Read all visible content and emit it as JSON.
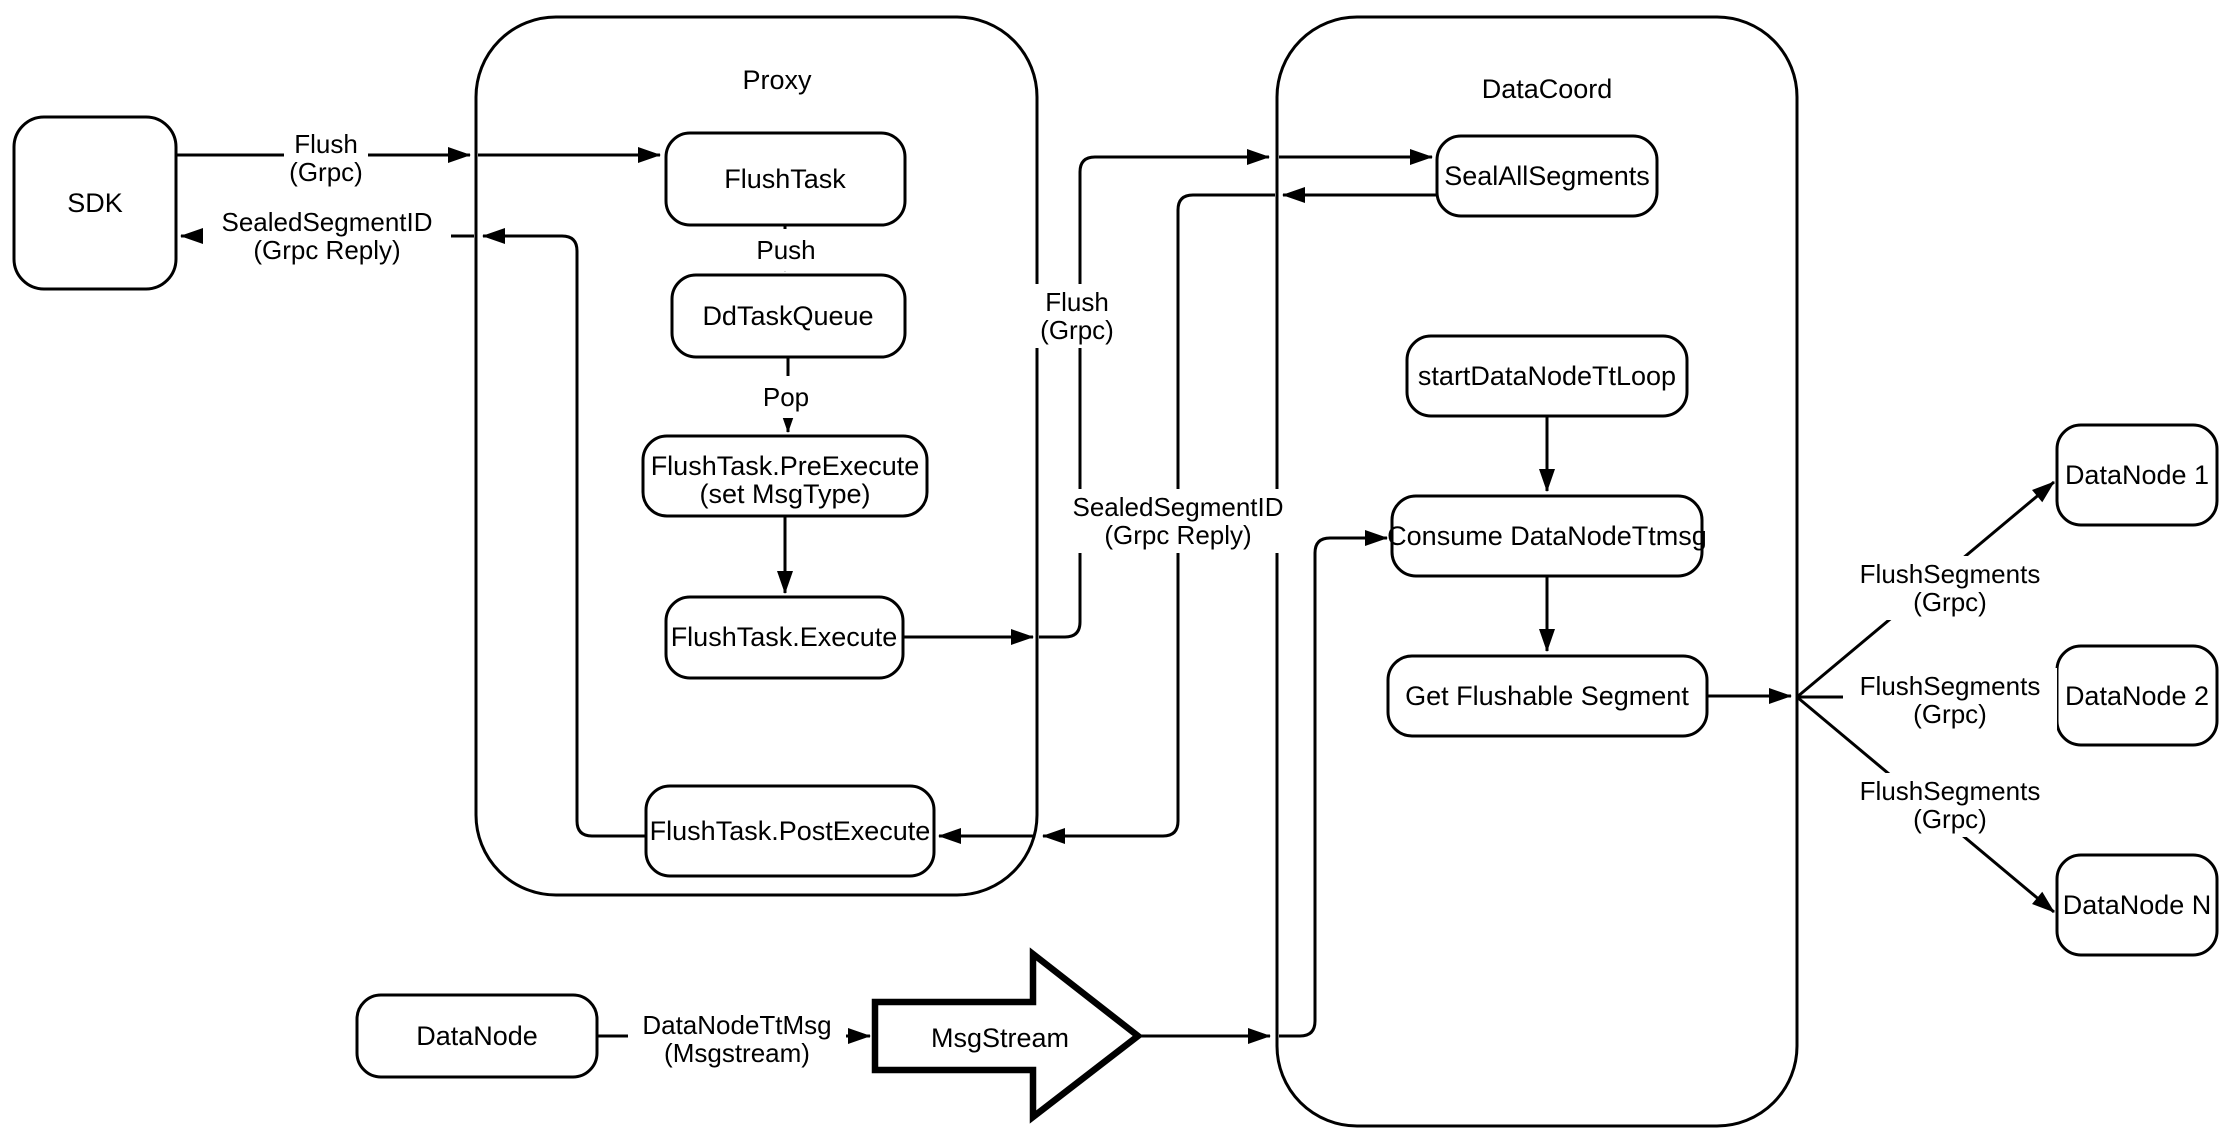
{
  "diagram": {
    "containers": {
      "proxy": {
        "label": "Proxy"
      },
      "datacoord": {
        "label": "DataCoord"
      }
    },
    "nodes": {
      "sdk": {
        "label": "SDK"
      },
      "flush_task": {
        "label": "FlushTask"
      },
      "dd_task_queue": {
        "label": "DdTaskQueue"
      },
      "pre_execute": {
        "label_line1": "FlushTask.PreExecute",
        "label_line2": "(set MsgType)"
      },
      "execute": {
        "label": "FlushTask.Execute"
      },
      "post_execute": {
        "label": "FlushTask.PostExecute"
      },
      "seal_all_segments": {
        "label": "SealAllSegments"
      },
      "start_datanode_tt_loop": {
        "label": "startDataNodeTtLoop"
      },
      "consume_datanode_ttmsg": {
        "label": "Consume DataNodeTtmsg"
      },
      "get_flushable_segment": {
        "label": "Get Flushable Segment"
      },
      "datanode_1": {
        "label": "DataNode 1"
      },
      "datanode_2": {
        "label": "DataNode 2"
      },
      "datanode_n": {
        "label": "DataNode N"
      },
      "datanode": {
        "label": "DataNode"
      },
      "msgstream": {
        "label": "MsgStream"
      }
    },
    "edge_labels": {
      "sdk_flush": {
        "line1": "Flush",
        "line2": "(Grpc)"
      },
      "sdk_reply": {
        "line1": "SealedSegmentID",
        "line2": "(Grpc Reply)"
      },
      "push": {
        "text": "Push"
      },
      "pop": {
        "text": "Pop"
      },
      "execute_flush": {
        "line1": "Flush",
        "line2": "(Grpc)"
      },
      "seal_reply": {
        "line1": "SealedSegmentID",
        "line2": "(Grpc Reply)"
      },
      "flush_segments_1": {
        "line1": "FlushSegments",
        "line2": "(Grpc)"
      },
      "flush_segments_2": {
        "line1": "FlushSegments",
        "line2": "(Grpc)"
      },
      "flush_segments_3": {
        "line1": "FlushSegments",
        "line2": "(Grpc)"
      },
      "datanode_ttmsg": {
        "line1": "DataNodeTtMsg",
        "line2": "(Msgstream)"
      }
    },
    "colors": {
      "stroke": "#000000",
      "background": "#ffffff",
      "node_fill": "#ffffff"
    }
  }
}
